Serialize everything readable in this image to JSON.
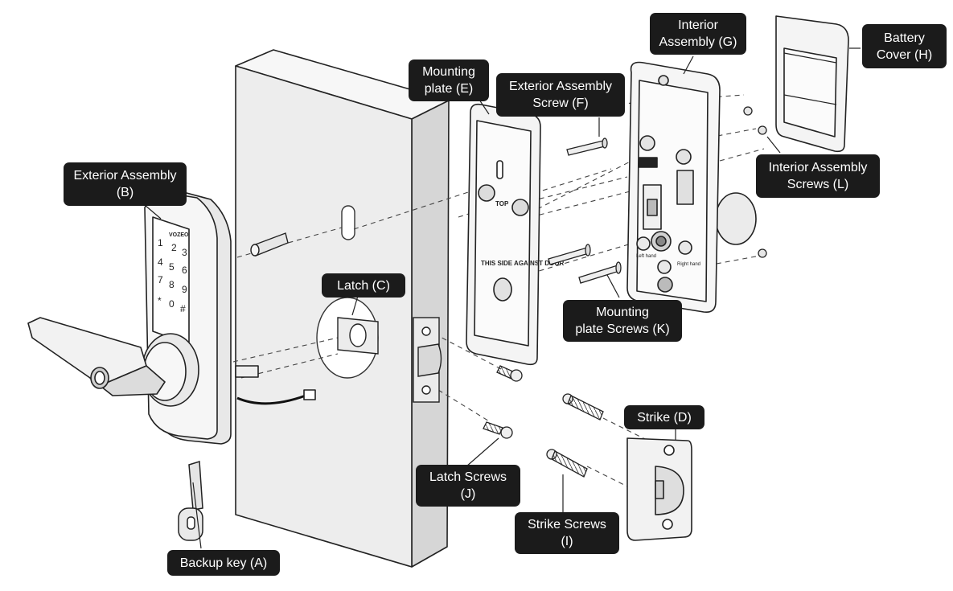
{
  "diagram": {
    "keypad_brand": "VOZEO",
    "plate_marks": {
      "top": "TOP",
      "this_side_against_door": "THIS SIDE AGAINST DOOR"
    },
    "interior_marks": {
      "left_hand": "Left hand",
      "right_hand": "Right hand"
    },
    "keypad_keys": [
      "1",
      "2",
      "3",
      "4",
      "5",
      "6",
      "7",
      "8",
      "9",
      "*",
      "0",
      "#"
    ],
    "callouts": {
      "exterior_assembly": "Exterior Assembly\n(B)",
      "backup_key": "Backup key (A)",
      "latch": "Latch (C)",
      "mounting_plate": "Mounting\nplate (E)",
      "exterior_assembly_screw": "Exterior Assembly\nScrew (F)",
      "interior_assembly": "Interior\nAssembly (G)",
      "battery_cover": "Battery\nCover (H)",
      "interior_assembly_screws": "Interior Assembly\nScrews (L)",
      "mounting_plate_screws": "Mounting\nplate Screws (K)",
      "strike": "Strike (D)",
      "latch_screws": "Latch Screws\n(J)",
      "strike_screws": "Strike Screws\n(I)"
    }
  }
}
